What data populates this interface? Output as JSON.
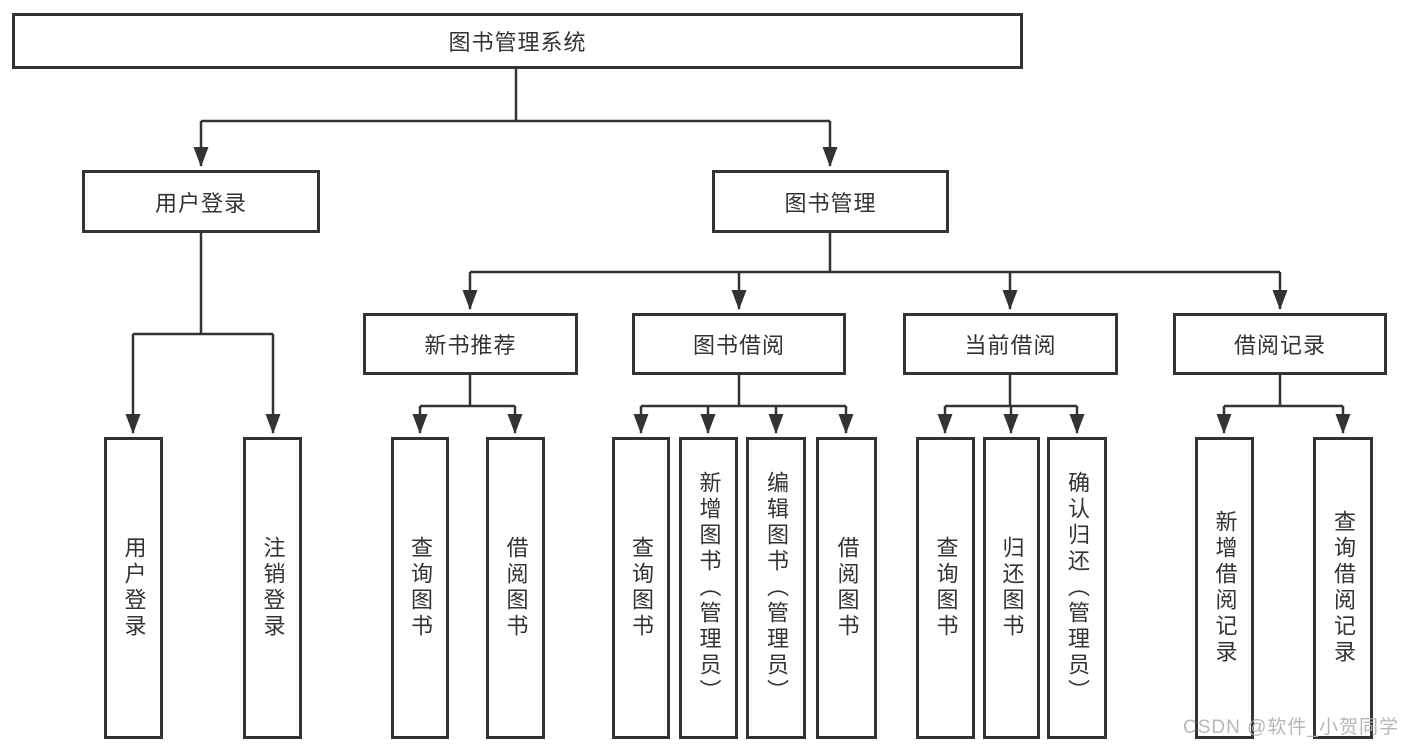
{
  "diagram": {
    "type": "hierarchy-tree",
    "nodes": {
      "root": "图书管理系统",
      "user_login": "用户登录",
      "book_management": "图书管理",
      "new_book_recommend": "新书推荐",
      "book_borrowing": "图书借阅",
      "current_borrowing": "当前借阅",
      "borrowing_records": "借阅记录",
      "user_login_leaf": "用户登录",
      "logout_leaf": "注销登录",
      "recommend_query_books": "查询图书",
      "recommend_borrow_books": "借阅图书",
      "borrowing_query_books": "查询图书",
      "borrowing_add_books": "新增图书（管理员）",
      "borrowing_edit_books": "编辑图书（管理员）",
      "borrowing_borrow_books": "借阅图书",
      "current_query_books": "查询图书",
      "current_return_books": "归还图书",
      "current_confirm_return": "确认归还（管理员）",
      "records_add_record": "新增借阅记录",
      "records_query_record": "查询借阅记录"
    },
    "edges": [
      [
        "图书管理系统",
        "用户登录"
      ],
      [
        "图书管理系统",
        "图书管理"
      ],
      [
        "用户登录",
        "用户登录"
      ],
      [
        "用户登录",
        "注销登录"
      ],
      [
        "图书管理",
        "新书推荐"
      ],
      [
        "图书管理",
        "图书借阅"
      ],
      [
        "图书管理",
        "当前借阅"
      ],
      [
        "图书管理",
        "借阅记录"
      ],
      [
        "新书推荐",
        "查询图书"
      ],
      [
        "新书推荐",
        "借阅图书"
      ],
      [
        "图书借阅",
        "查询图书"
      ],
      [
        "图书借阅",
        "新增图书（管理员）"
      ],
      [
        "图书借阅",
        "编辑图书（管理员）"
      ],
      [
        "图书借阅",
        "借阅图书"
      ],
      [
        "当前借阅",
        "查询图书"
      ],
      [
        "当前借阅",
        "归还图书"
      ],
      [
        "当前借阅",
        "确认归还（管理员）"
      ],
      [
        "借阅记录",
        "新增借阅记录"
      ],
      [
        "借阅记录",
        "查询借阅记录"
      ]
    ]
  },
  "watermark": "CSDN @软件_小贺同学",
  "colors": {
    "line": "#333333",
    "box_border": "#333333",
    "box_fill": "#ffffff",
    "text": "#333333",
    "watermark": "#b0b0b0"
  }
}
